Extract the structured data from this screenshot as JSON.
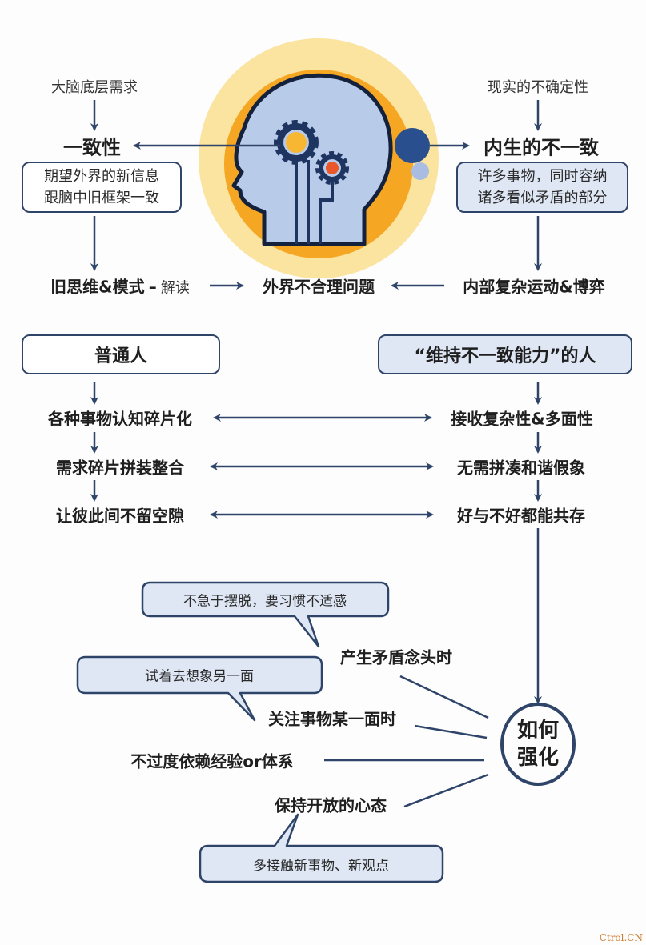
{
  "colors": {
    "navy": "#2e4468",
    "light_box": "#dfe7f5",
    "yellow": "#fbe3a0",
    "orange": "#f5a623",
    "head": "#b8cbe8",
    "gear_center": "#f7b733",
    "gear_center2": "#e8582a"
  },
  "top": {
    "left_source": "大脑底层需求",
    "left_title": "一致性",
    "left_box": [
      "期望外界的新信息",
      "跟脑中旧框架一致"
    ],
    "right_source": "现实的不确定性",
    "right_title": "内生的不一致",
    "right_box": [
      "许多事物，同时容纳",
      "诸多看似矛盾的部分"
    ],
    "bottom_left": "旧思维&模式",
    "bottom_left_sep": "–",
    "bottom_left_verb": "解读",
    "bottom_center": "外界不合理问题",
    "bottom_right": "内部复杂运动&博弈"
  },
  "compare": {
    "left_header": "普通人",
    "right_header": "“维持不一致能力”的人",
    "rows": [
      {
        "left": "各种事物认知碎片化",
        "right": "接收复杂性&多面性"
      },
      {
        "left": "需求碎片拼装整合",
        "right": "无需拼凑和谐假象"
      },
      {
        "left": "让彼此间不留空隙",
        "right": "好与不好都能共存"
      }
    ]
  },
  "strengthen": {
    "center": [
      "如何",
      "强化"
    ],
    "items": [
      "产生矛盾念头时",
      "关注事物某一面时",
      "不过度依赖经验or体系",
      "保持开放的心态"
    ],
    "bubbles": [
      "不急于摆脱，要习惯不适感",
      "试着去想象另一面",
      "多接触新事物、新观点"
    ]
  },
  "watermark": "Ctrol.CN"
}
